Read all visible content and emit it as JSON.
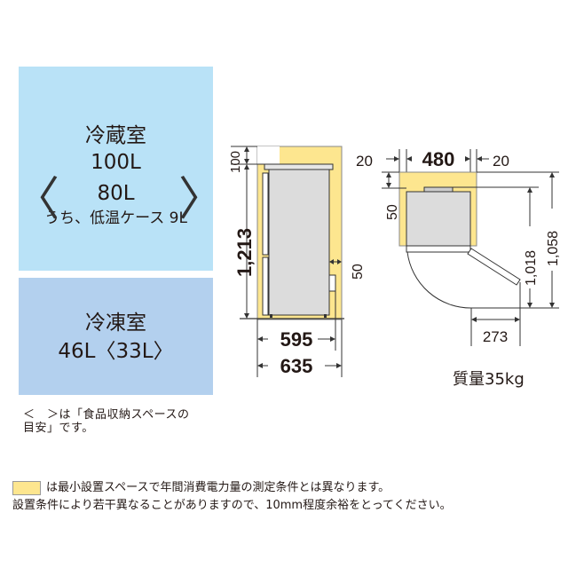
{
  "fridge": {
    "title": "冷蔵室",
    "capacity": "100L",
    "storage_capacity": "80L",
    "storage_note": "うち、低温ケース 9L",
    "bracket_open": "〈",
    "bracket_close": "〉"
  },
  "freezer": {
    "title": "冷凍室",
    "capacity": "46L〈33L〉"
  },
  "bracket_note": {
    "line1": "＜　＞は「食品収納スペースの",
    "line2": "目安」です。"
  },
  "side_view": {
    "top_clearance": "100",
    "height": "1,213",
    "back_clearance": "50",
    "depth": "595",
    "total_depth": "635"
  },
  "top_view": {
    "left_clearance": "20",
    "width": "480",
    "right_clearance": "20",
    "rear_clearance": "50",
    "depth_door_closed": "1,018",
    "depth_door_open": "1,058",
    "door_swing": "273"
  },
  "weight": "質量35kg",
  "footer": {
    "legend_text": "は最小設置スペースで年間消費電力量の測定条件とは異なります。",
    "note": "設置条件により若干異なることがありますので、10mm程度余裕をとってください。"
  },
  "colors": {
    "fridge_bg": "#b9e2f7",
    "freezer_bg": "#b3d0ee",
    "install_space": "#fde68f",
    "body_gray": "#dcdcdc"
  }
}
